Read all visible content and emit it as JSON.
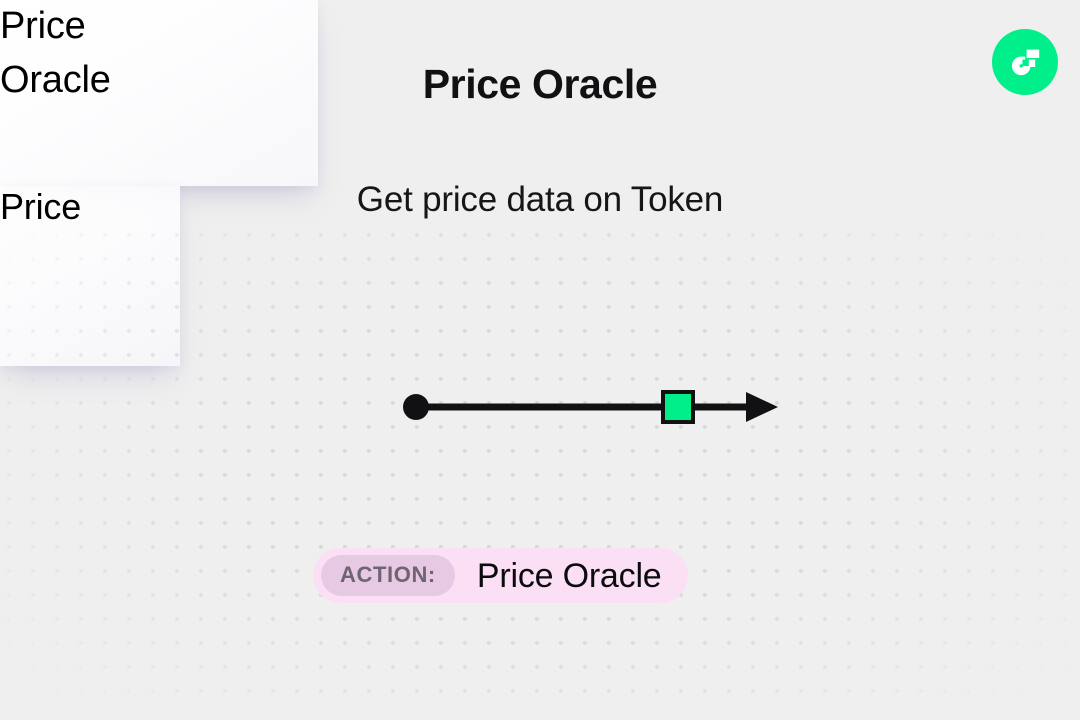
{
  "header": {
    "title": "Price Oracle",
    "subtitle": "Get price data on Token"
  },
  "brand": {
    "logo_icon": "flow-logo-icon",
    "logo_color": "#00EF8B"
  },
  "diagram": {
    "source_node": {
      "label": "Price\nOracle",
      "line_1": "Price",
      "line_2": "Oracle"
    },
    "target_node": {
      "label": "Price"
    },
    "connector": {
      "start_handle_icon": "edge-start-dot-icon",
      "chip_icon": "edge-chip-icon",
      "chip_color": "#00EF8B",
      "arrow_icon": "arrow-head-icon",
      "line_color": "#111114"
    }
  },
  "action_badge": {
    "key": "ACTION:",
    "value": "Price Oracle",
    "background_color": "#FBE0F5",
    "key_background_color": "#E8C9E3"
  },
  "theme": {
    "canvas_background": "#EFEFEF",
    "dot_color": "#D9D9DC",
    "text_color": "#0C0C0F"
  }
}
